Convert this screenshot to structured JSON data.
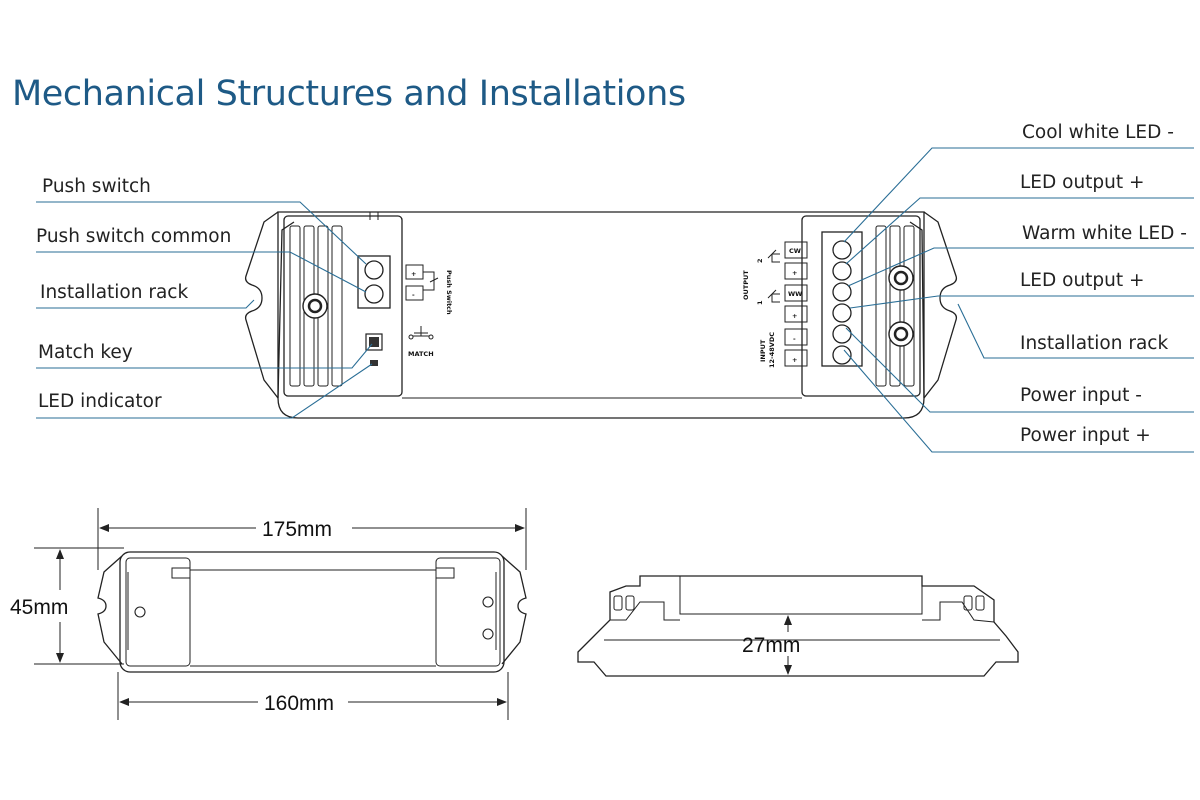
{
  "title": "Mechanical Structures and Installations",
  "labels_left": {
    "push_switch": "Push switch",
    "push_switch_common": "Push switch common",
    "installation_rack": "Installation rack",
    "match_key": "Match key",
    "led_indicator": "LED indicator"
  },
  "labels_right": {
    "cool_white_neg": "Cool white LED -",
    "led_output_pos_1": "LED output +",
    "warm_white_neg": "Warm white LED -",
    "led_output_pos_2": "LED output +",
    "installation_rack": "Installation rack",
    "power_input_neg": "Power input -",
    "power_input_pos": "Power input +"
  },
  "device_marks": {
    "plus": "+",
    "minus": "-",
    "push_switch_text": "Push Switch",
    "match": "MATCH",
    "cw": "CW",
    "ww": "WW",
    "output": "OUTPUT",
    "ch2": "2",
    "ch1": "1",
    "input": "INPUT",
    "input_voltage": "12-48VDC"
  },
  "dimensions": {
    "length_overall": "175mm",
    "length_body": "160mm",
    "width": "45mm",
    "height": "27mm"
  }
}
